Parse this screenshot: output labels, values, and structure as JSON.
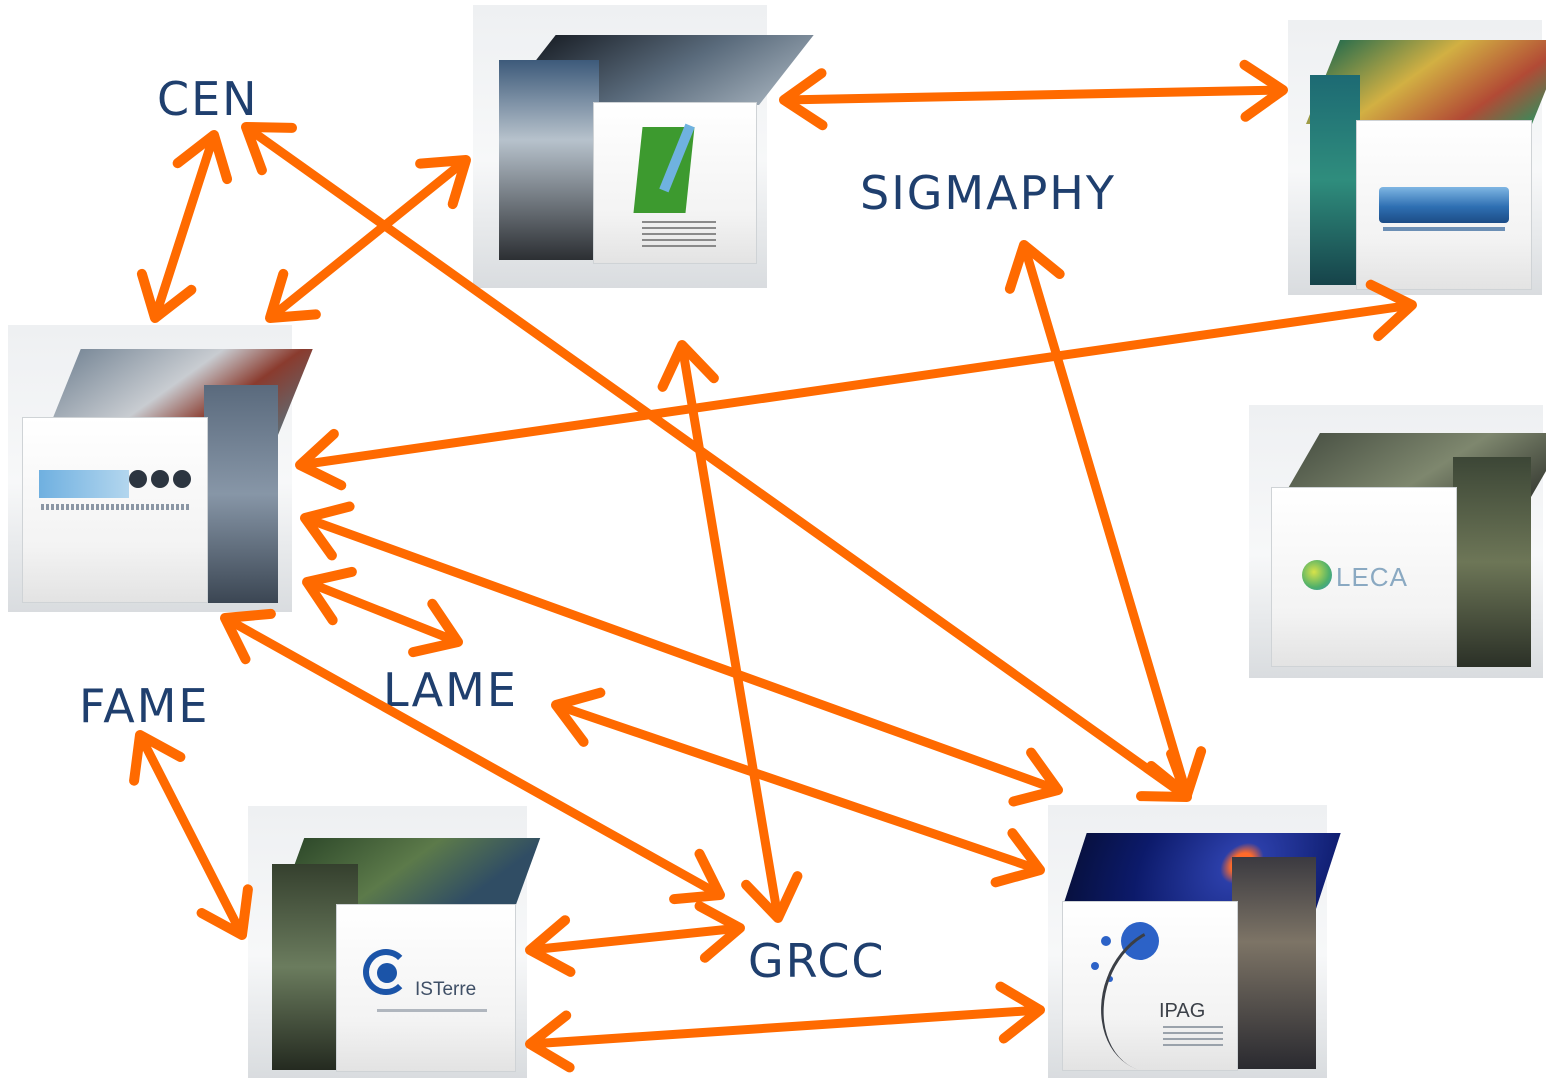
{
  "labels": {
    "cen": "CEN",
    "sigmaphy": "SIGMAPHY",
    "fame": "FAME",
    "lame": "LAME",
    "grcc": "GRCC"
  },
  "logos": {
    "isterre": "ISTerre",
    "ipag": "IPAG",
    "leca": "LECA"
  },
  "colors": {
    "arrow": "#ff6a00",
    "label": "#1f3f6e"
  }
}
